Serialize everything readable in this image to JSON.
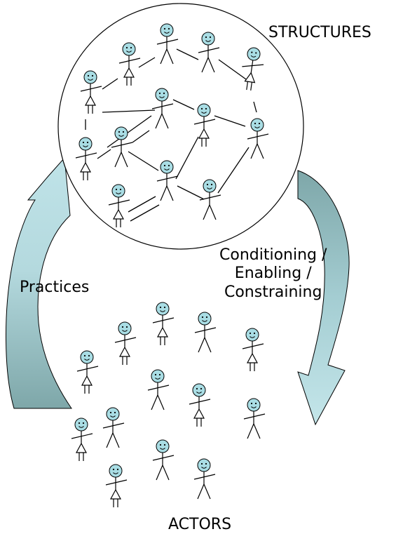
{
  "labels": {
    "structures": "STRUCTURES",
    "practices": "Practices",
    "conditioning_lines": [
      "Conditioning /",
      "Enabling /",
      "Constraining"
    ],
    "actors": "ACTORS"
  },
  "colors": {
    "head_fill": "#a9dde4",
    "arrow_light": "#bfe3e8",
    "arrow_dark": "#7ea7a9",
    "line": "#000000"
  }
}
